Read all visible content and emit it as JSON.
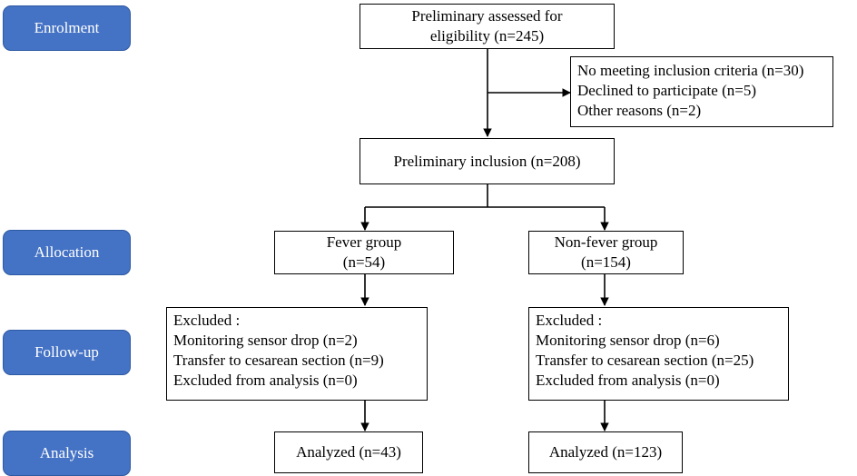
{
  "colors": {
    "stage_fill": "#4472c4",
    "line": "#000000"
  },
  "stages": [
    {
      "id": "enrolment",
      "label": "Enrolment"
    },
    {
      "id": "allocation",
      "label": "Allocation"
    },
    {
      "id": "follow-up",
      "label": "Follow-up"
    },
    {
      "id": "analysis",
      "label": "Analysis"
    }
  ],
  "boxes": {
    "assessed": {
      "line1": "Preliminary assessed for",
      "line2": "eligibility (n=245)"
    },
    "excluded_enrol": {
      "lines": [
        "No meeting inclusion criteria (n=30)",
        "Declined to participate (n=5)",
        "Other reasons (n=2)"
      ]
    },
    "inclusion": {
      "text": "Preliminary inclusion (n=208)"
    },
    "fever": {
      "line1": "Fever group",
      "line2": "(n=54)"
    },
    "nonfever": {
      "line1": "Non-fever group",
      "line2": "(n=154)"
    },
    "fever_excluded": {
      "lines": [
        "Excluded :",
        "Monitoring sensor drop (n=2)",
        "Transfer to cesarean section (n=9)",
        "Excluded from analysis (n=0)"
      ]
    },
    "nonfever_excluded": {
      "lines": [
        "Excluded :",
        "Monitoring sensor drop (n=6)",
        "Transfer to cesarean section (n=25)",
        "Excluded from analysis (n=0)"
      ]
    },
    "fever_analyzed": {
      "text": "Analyzed (n=43)"
    },
    "nonfever_analyzed": {
      "text": "Analyzed (n=123)"
    }
  }
}
